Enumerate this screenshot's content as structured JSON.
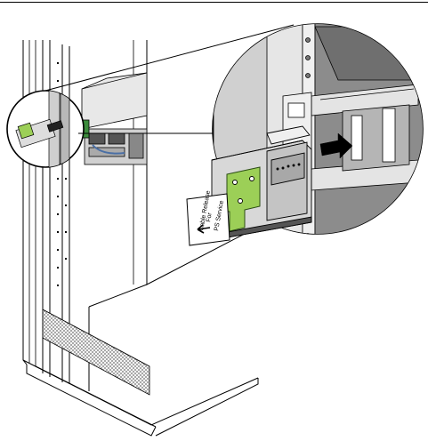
{
  "figure": {
    "callout_label": {
      "line1": "Cable Release",
      "line2": "For",
      "line3": "PS Service"
    }
  },
  "colors": {
    "line": "#000000",
    "background": "#ffffff",
    "bracket_green": "#9ccf57",
    "rack_gray": "#b8b8b8",
    "panel_gray": "#d9d9d9",
    "server_green": "#3c8c3c",
    "cable_blue": "#4a6fa5"
  },
  "icons": {
    "arrow_in": "black-arrow-right-icon",
    "arrow_out": "arrow-left-icon"
  }
}
